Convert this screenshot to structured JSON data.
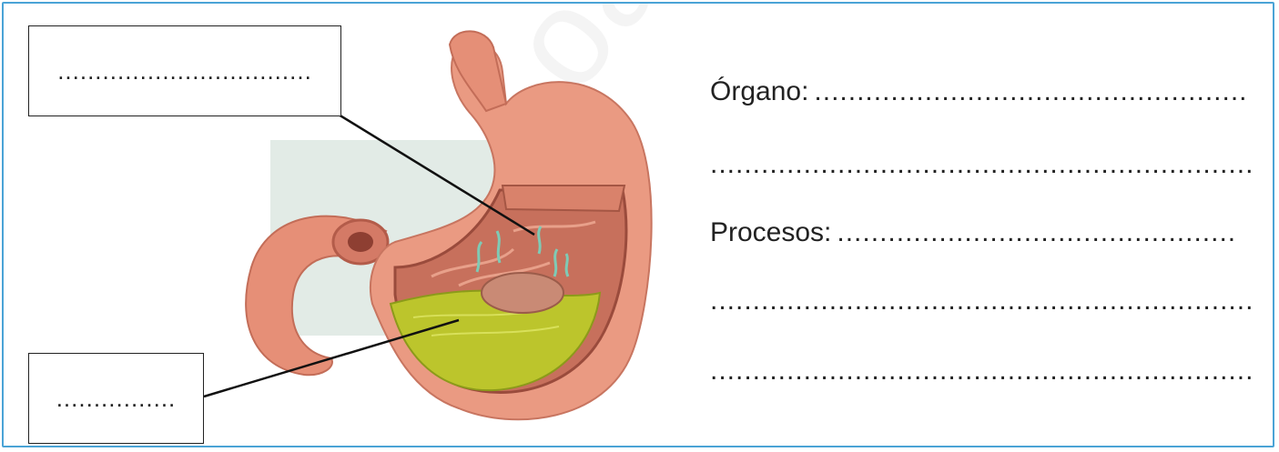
{
  "worksheet": {
    "label_top": "..................................",
    "label_bottom": "................",
    "lines": [
      {
        "label": "Órgano:",
        "dots": "..................................................."
      },
      {
        "label": "",
        "dots": "..........................................................................."
      },
      {
        "label": "Procesos:",
        "dots": "..............................................."
      },
      {
        "label": "",
        "dots": "..........................................................................."
      },
      {
        "label": "",
        "dots": "..........................................................................."
      }
    ],
    "watermark": "oaprobar.es"
  },
  "colors": {
    "border": "#4aa3d6",
    "stomach_outer": "#e8927a",
    "stomach_inner": "#b85a48",
    "chyme": "#b9c42a",
    "background_patch": "#dde8e2"
  }
}
